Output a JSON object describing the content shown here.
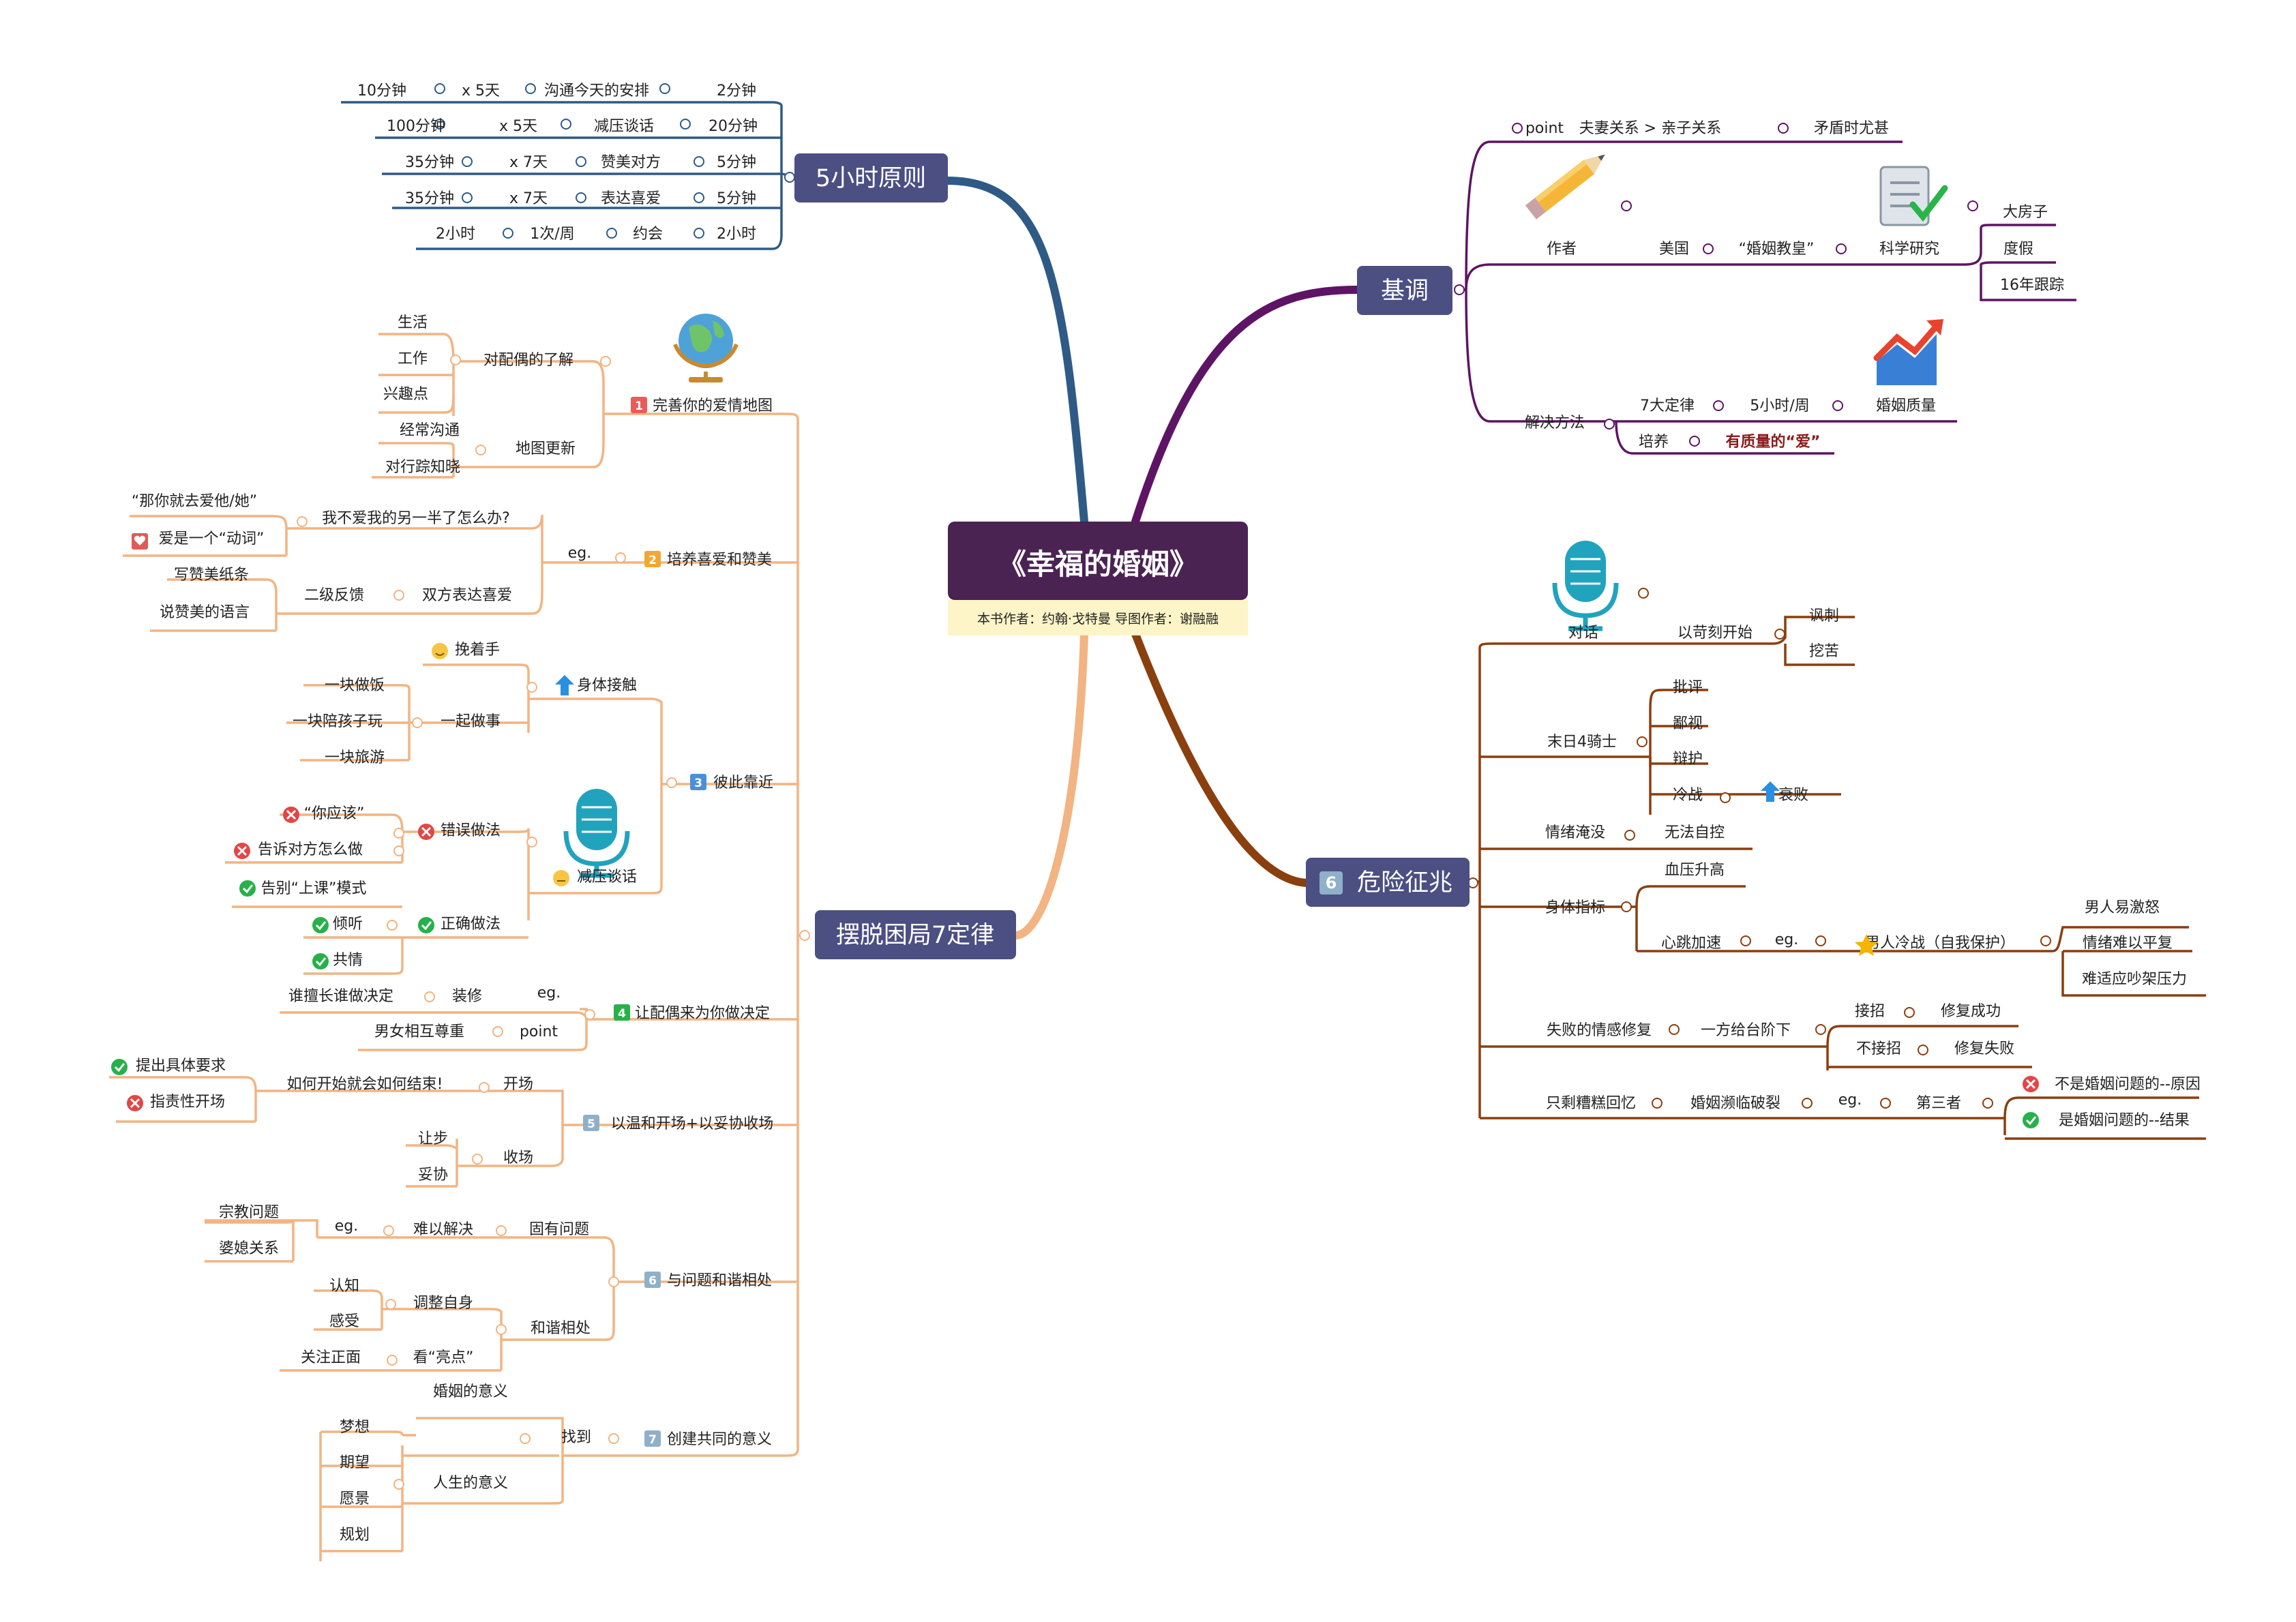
{
  "central": {
    "title": "《幸福的婚姻》",
    "credit": "本书作者：约翰·戈特曼 导图作者：谢融融"
  },
  "topics": {
    "t5h": "5小时原则",
    "jidiao": "基调",
    "danger": "危险征兆",
    "laws": "摆脱困局7定律"
  },
  "five_hour": [
    [
      "10分钟",
      "x 5天",
      "沟通今天的安排",
      "2分钟"
    ],
    [
      "100分钟",
      "x 5天",
      "减压谈话",
      "20分钟"
    ],
    [
      "35分钟",
      "x 7天",
      "赞美对方",
      "5分钟"
    ],
    [
      "35分钟",
      "x 7天",
      "表达喜爱",
      "5分钟"
    ],
    [
      "2小时",
      "1次/周",
      "约会",
      "2小时"
    ]
  ],
  "jidiao": {
    "point": [
      "point",
      "夫妻关系 > 亲子关系",
      "矛盾时尤甚"
    ],
    "author": [
      "作者",
      "美国",
      "“婚姻教皇”",
      "科学研究"
    ],
    "research": [
      "大房子",
      "度假",
      "16年跟踪"
    ],
    "solution_label": "解决方法",
    "solution1": [
      "7大定律",
      "5小时/周",
      "婚姻质量"
    ],
    "solution2": [
      "培养",
      "有质量的“爱”"
    ]
  },
  "danger": {
    "talk": [
      "对话",
      "以苛刻开始"
    ],
    "talk_leaves": [
      "讽刺",
      "挖苦"
    ],
    "knights": "末日4骑士",
    "knight_items": [
      "批评",
      "鄙视",
      "辩护",
      "冷战"
    ],
    "decline": "衰败",
    "emotion": [
      "情绪淹没",
      "无法自控"
    ],
    "body": [
      "身体指标",
      "血压升高",
      "心跳加速",
      "eg.",
      "男人冷战（自我保护）"
    ],
    "men": [
      "男人易激怒",
      "情绪难以平复",
      "难适应吵架压力"
    ],
    "repair": [
      "失败的情感修复",
      "一方给台阶下"
    ],
    "repair_a": [
      "接招",
      "修复成功"
    ],
    "repair_b": [
      "不接招",
      "修复失败"
    ],
    "memory": [
      "只剩糟糕回忆",
      "婚姻濒临破裂",
      "eg.",
      "第三者"
    ],
    "third": [
      "不是婚姻问题的--原因",
      "是婚姻问题的--结果"
    ]
  },
  "laws": {
    "l1": "完善你的爱情地图",
    "l1a": "对配偶的了解",
    "l1a_items": [
      "生活",
      "工作",
      "兴趣点"
    ],
    "l1b": "地图更新",
    "l1b_items": [
      "经常沟通",
      "对行踪知晓"
    ],
    "l2": "培养喜爱和赞美",
    "l2_eg": "eg.",
    "l2a": "我不爱我的另一半了怎么办?",
    "l2a_items": [
      "“那你就去爱他/她”",
      "爱是一个“动词”"
    ],
    "l2b": "双方表达喜爱",
    "l2b_mid": "二级反馈",
    "l2b_items": [
      "写赞美纸条",
      "说赞美的语言"
    ],
    "l3": "彼此靠近",
    "l3a": "身体接触",
    "l3a_hand": "挽着手",
    "l3a_mid": "一起做事",
    "l3a_items": [
      "一块做饭",
      "一块陪孩子玩",
      "一块旅游"
    ],
    "l3b": "减压谈话",
    "l3b_wrong": "错误做法",
    "l3b_wrong_items": [
      "“你应该”",
      "告诉对方怎么做"
    ],
    "l3b_right": "正确做法",
    "l3b_right_items": [
      "告别“上课”模式",
      "倾听",
      "共情"
    ],
    "l4": "让配偶来为你做决定",
    "l4_row1": [
      "谁擅长谁做决定",
      "装修",
      "eg."
    ],
    "l4_row2": [
      "男女相互尊重",
      "point"
    ],
    "l5": "以温和开场+以妥协收场",
    "l5a": "开场",
    "l5a_mid": "如何开始就会如何结束!",
    "l5a_items": [
      "提出具体要求",
      "指责性开场"
    ],
    "l5b": "收场",
    "l5b_items": [
      "让步",
      "妥协"
    ],
    "l6": "与问题和谐相处",
    "l6a": "固有问题",
    "l6a_mid": [
      "难以解决",
      "eg."
    ],
    "l6a_items": [
      "宗教问题",
      "婆媳关系"
    ],
    "l6b": "和谐相处",
    "l6b_mid1": "调整自身",
    "l6b_mid1_items": [
      "认知",
      "感受"
    ],
    "l6b_mid2": "看“亮点”",
    "l6b_mid2_item": "关注正面",
    "l7": "创建共同的意义",
    "l7a": "找到",
    "l7a_items": [
      "婚姻的意义",
      "人生的意义"
    ],
    "l7b_items": [
      "梦想",
      "期望",
      "愿景",
      "规划"
    ]
  },
  "colors": {
    "blue": "#2f5a86",
    "purple": "#5e1464",
    "brown": "#8a3f0e",
    "peach": "#f2b482",
    "topic": "#4b4f82",
    "central": "#4a2352"
  }
}
